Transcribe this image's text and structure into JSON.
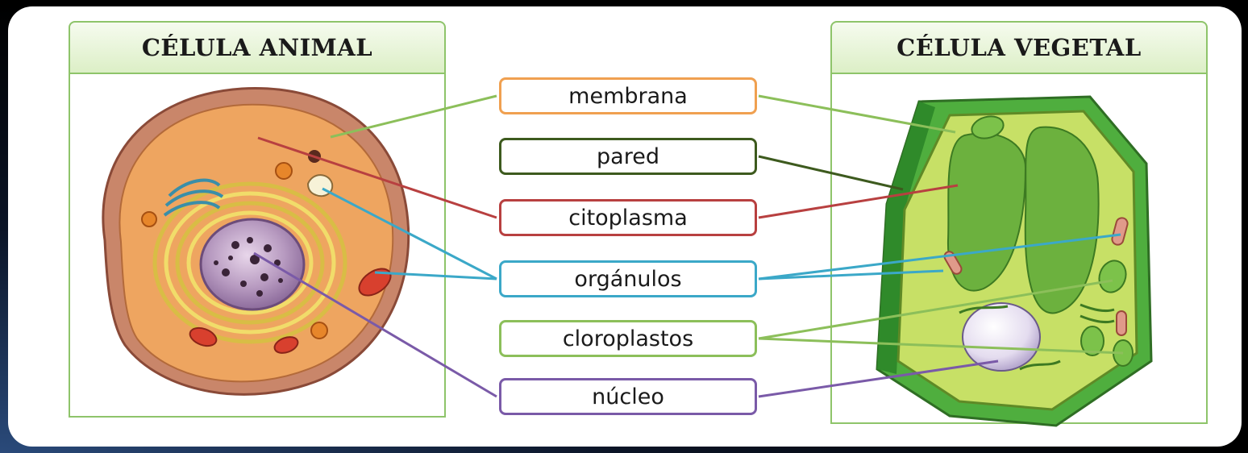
{
  "animal_cell": {
    "title": "CÉLULA ANIMAL"
  },
  "plant_cell": {
    "title": "CÉLULA VEGETAL"
  },
  "labels": [
    {
      "text": "membrana",
      "color": "#f0a050"
    },
    {
      "text": "pared",
      "color": "#3d5a1e"
    },
    {
      "text": "citoplasma",
      "color": "#b84040"
    },
    {
      "text": "orgánulos",
      "color": "#3ba8c8"
    },
    {
      "text": "cloroplastos",
      "color": "#8cbf5a"
    },
    {
      "text": "núcleo",
      "color": "#7a5aa8"
    }
  ],
  "connector_colors": {
    "membrana": "#8cbf5a",
    "pared": "#3d5a1e",
    "citoplasma": "#b84040",
    "organulos": "#3ba8c8",
    "cloroplastos": "#8cbf5a",
    "nucleo": "#7a5aa8"
  }
}
